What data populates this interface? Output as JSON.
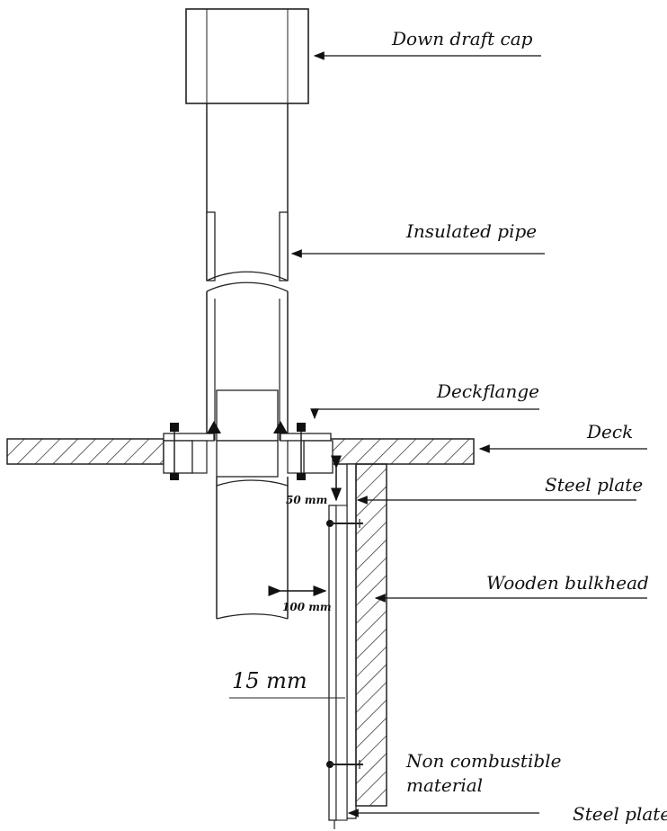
{
  "labels": {
    "down_draft_cap": "Down draft cap",
    "insulated_pipe": "Insulated pipe",
    "deckflange": "Deckflange",
    "deck": "Deck",
    "steel_plate_top": "Steel plate",
    "wooden_bulkhead": "Wooden bulkhead",
    "non_combustible_line1": "Non combustible",
    "non_combustible_line2": "material",
    "steel_plate_bottom": "Steel plate"
  },
  "dimensions": {
    "gap_deck": "50 mm",
    "gap_pipe": "100 mm",
    "air_gap": "15 mm"
  }
}
